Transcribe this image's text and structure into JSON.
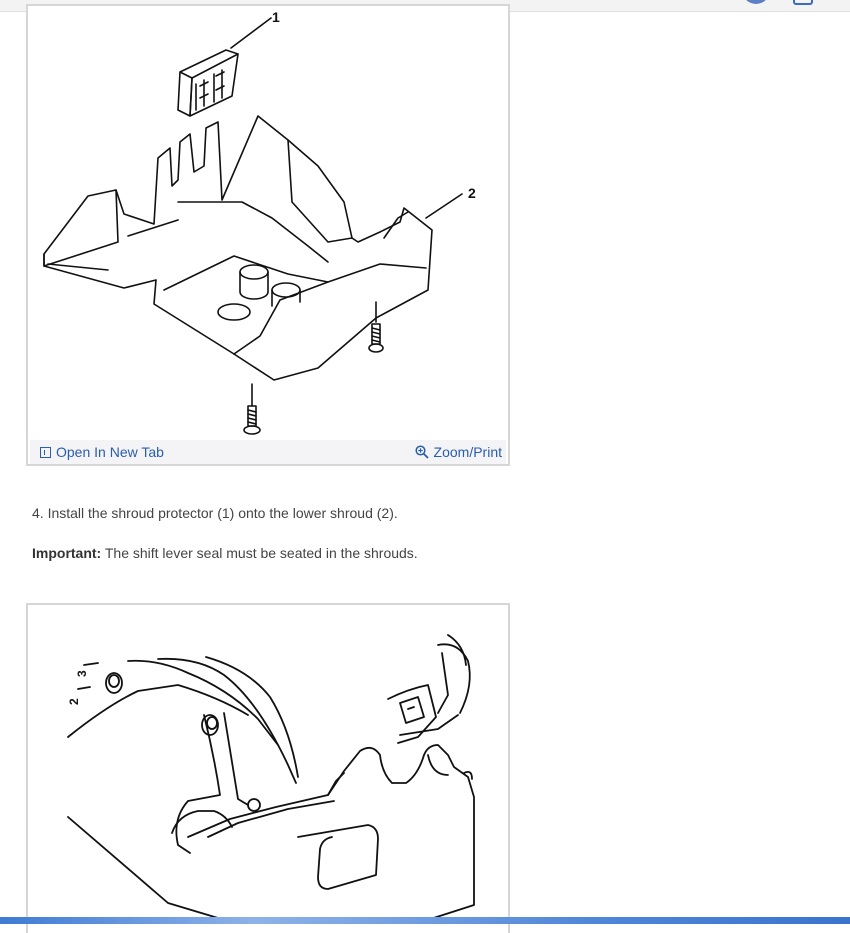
{
  "figure1": {
    "callout_1": "1",
    "callout_2": "2",
    "open_link": "Open In New Tab",
    "zoom_link": "Zoom/Print"
  },
  "step4": {
    "text": "4. Install the shroud protector (1) onto the lower shroud (2)."
  },
  "important": {
    "label": "Important:",
    "text": " The shift lever seal must be seated in the shrouds."
  },
  "figure2": {
    "callout_a": "3",
    "callout_b": "2"
  },
  "colors": {
    "link": "#2b5dad",
    "border": "#d6d6d6",
    "footer_bg": "#f4f4f6"
  }
}
